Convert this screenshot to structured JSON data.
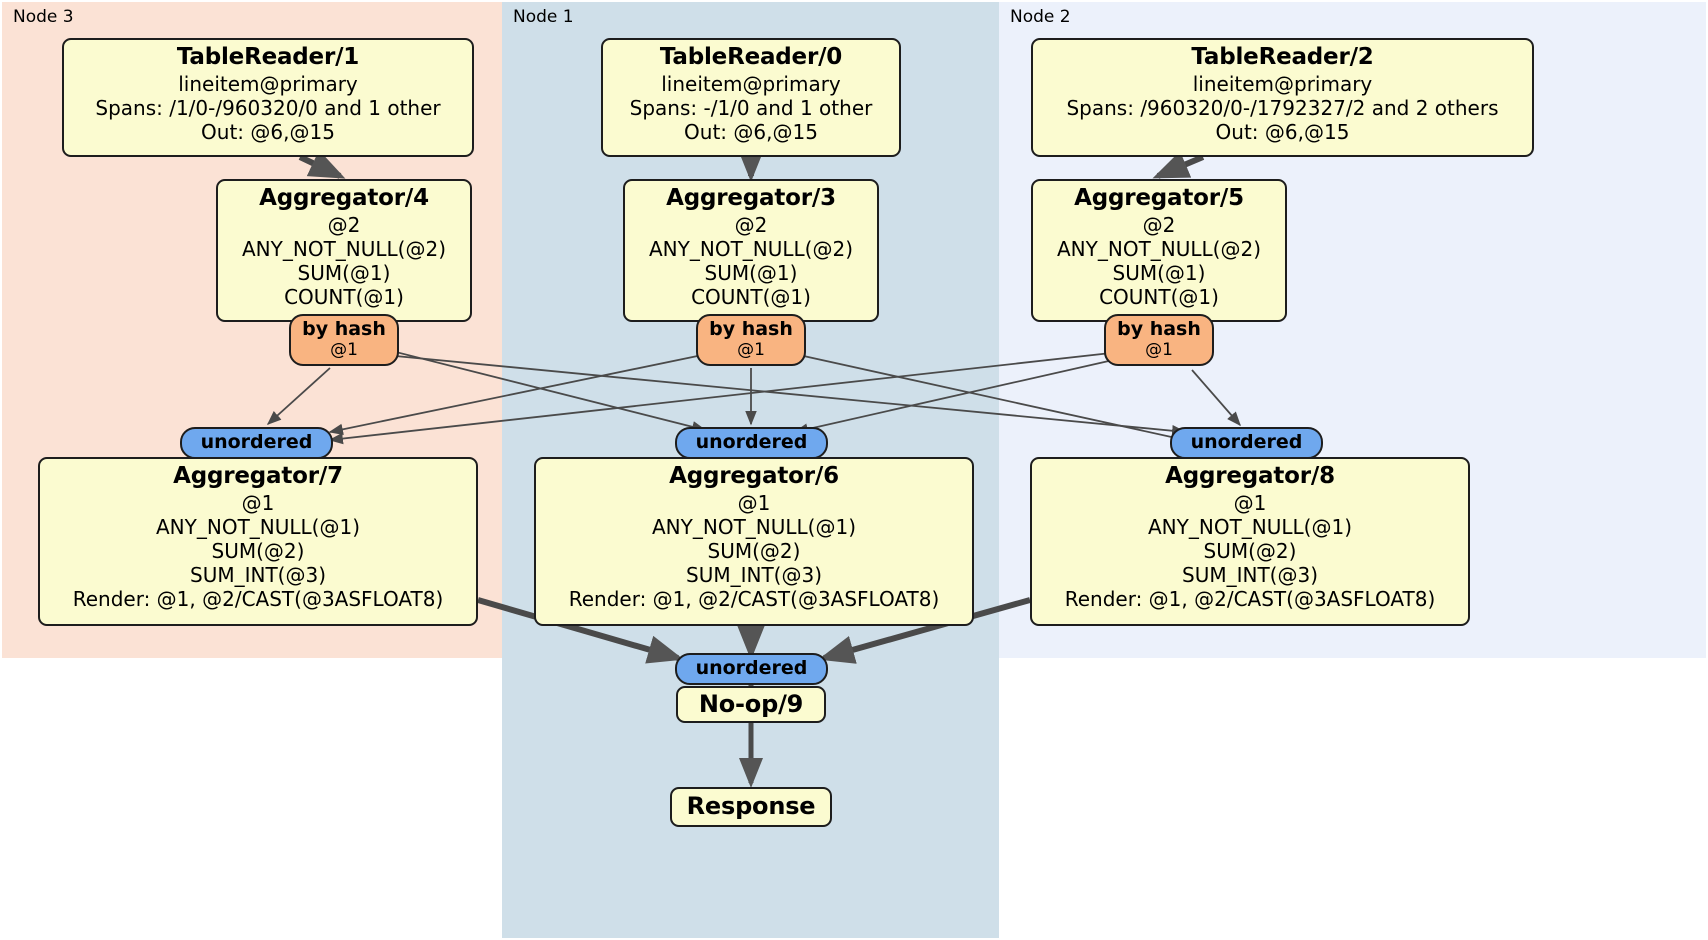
{
  "diagram": {
    "type": "distributed-query-plan-flow",
    "title": "",
    "colors": {
      "node3_bg": "#fbe2d5",
      "node1_bg": "#cfdfe9",
      "node2_bg": "#ecf1fb",
      "processor_bg": "#fbfbd0",
      "processor_border": "#1d1d1d",
      "hash_badge_bg": "#f9b481",
      "unordered_badge_bg": "#6fa8ee",
      "edge": "#4a4a4a",
      "thick_edge": "#555555"
    },
    "panels": [
      {
        "id": "node3",
        "label": "Node 3"
      },
      {
        "id": "node1",
        "label": "Node 1"
      },
      {
        "id": "node2",
        "label": "Node 2"
      }
    ],
    "processors": {
      "table_reader_1": {
        "title": "TableReader/1",
        "lines": [
          "lineitem@primary",
          "Spans: /1/0-/960320/0 and 1 other",
          "Out: @6,@15"
        ]
      },
      "table_reader_0": {
        "title": "TableReader/0",
        "lines": [
          "lineitem@primary",
          "Spans: -/1/0 and 1 other",
          "Out: @6,@15"
        ]
      },
      "table_reader_2": {
        "title": "TableReader/2",
        "lines": [
          "lineitem@primary",
          "Spans: /960320/0-/1792327/2 and 2 others",
          "Out: @6,@15"
        ]
      },
      "aggregator_4": {
        "title": "Aggregator/4",
        "lines": [
          "@2",
          "ANY_NOT_NULL(@2)",
          "SUM(@1)",
          "COUNT(@1)"
        ]
      },
      "aggregator_3": {
        "title": "Aggregator/3",
        "lines": [
          "@2",
          "ANY_NOT_NULL(@2)",
          "SUM(@1)",
          "COUNT(@1)"
        ]
      },
      "aggregator_5": {
        "title": "Aggregator/5",
        "lines": [
          "@2",
          "ANY_NOT_NULL(@2)",
          "SUM(@1)",
          "COUNT(@1)"
        ]
      },
      "aggregator_7": {
        "title": "Aggregator/7",
        "lines": [
          "@1",
          "ANY_NOT_NULL(@1)",
          "SUM(@2)",
          "SUM_INT(@3)",
          "Render: @1, @2/CAST(@3ASFLOAT8)"
        ]
      },
      "aggregator_6": {
        "title": "Aggregator/6",
        "lines": [
          "@1",
          "ANY_NOT_NULL(@1)",
          "SUM(@2)",
          "SUM_INT(@3)",
          "Render: @1, @2/CAST(@3ASFLOAT8)"
        ]
      },
      "aggregator_8": {
        "title": "Aggregator/8",
        "lines": [
          "@1",
          "ANY_NOT_NULL(@1)",
          "SUM(@2)",
          "SUM_INT(@3)",
          "Render: @1, @2/CAST(@3ASFLOAT8)"
        ]
      },
      "noop_9": {
        "title": "No-op/9",
        "lines": []
      },
      "response": {
        "title": "Response",
        "lines": []
      }
    },
    "badges": {
      "hash_left": {
        "title": "by hash",
        "sub": "@1"
      },
      "hash_center": {
        "title": "by hash",
        "sub": "@1"
      },
      "hash_right": {
        "title": "by hash",
        "sub": "@1"
      },
      "unordered_left": {
        "title": "unordered"
      },
      "unordered_center": {
        "title": "unordered"
      },
      "unordered_right": {
        "title": "unordered"
      },
      "unordered_final": {
        "title": "unordered"
      }
    }
  }
}
